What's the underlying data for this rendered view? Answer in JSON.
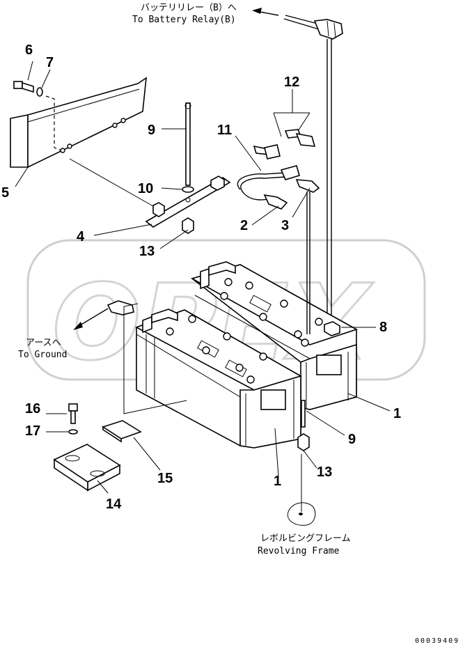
{
  "labels": {
    "battery_relay_jp": "バッテリリレー（B）へ",
    "battery_relay_en": "To Battery Relay(B)",
    "ground_jp": "アースへ",
    "ground_en": "To Ground",
    "frame_jp": "レボルビングフレーム",
    "frame_en": "Revolving Frame"
  },
  "callouts": {
    "c1a": "1",
    "c1b": "1",
    "c2": "2",
    "c3": "3",
    "c4": "4",
    "c5": "5",
    "c6": "6",
    "c7": "7",
    "c8": "8",
    "c9a": "9",
    "c9b": "9",
    "c10": "10",
    "c11": "11",
    "c12": "12",
    "c13a": "13",
    "c13b": "13",
    "c14": "14",
    "c15": "15",
    "c16": "16",
    "c17": "17"
  },
  "watermark": "OPEX",
  "figure_code": "00039409"
}
